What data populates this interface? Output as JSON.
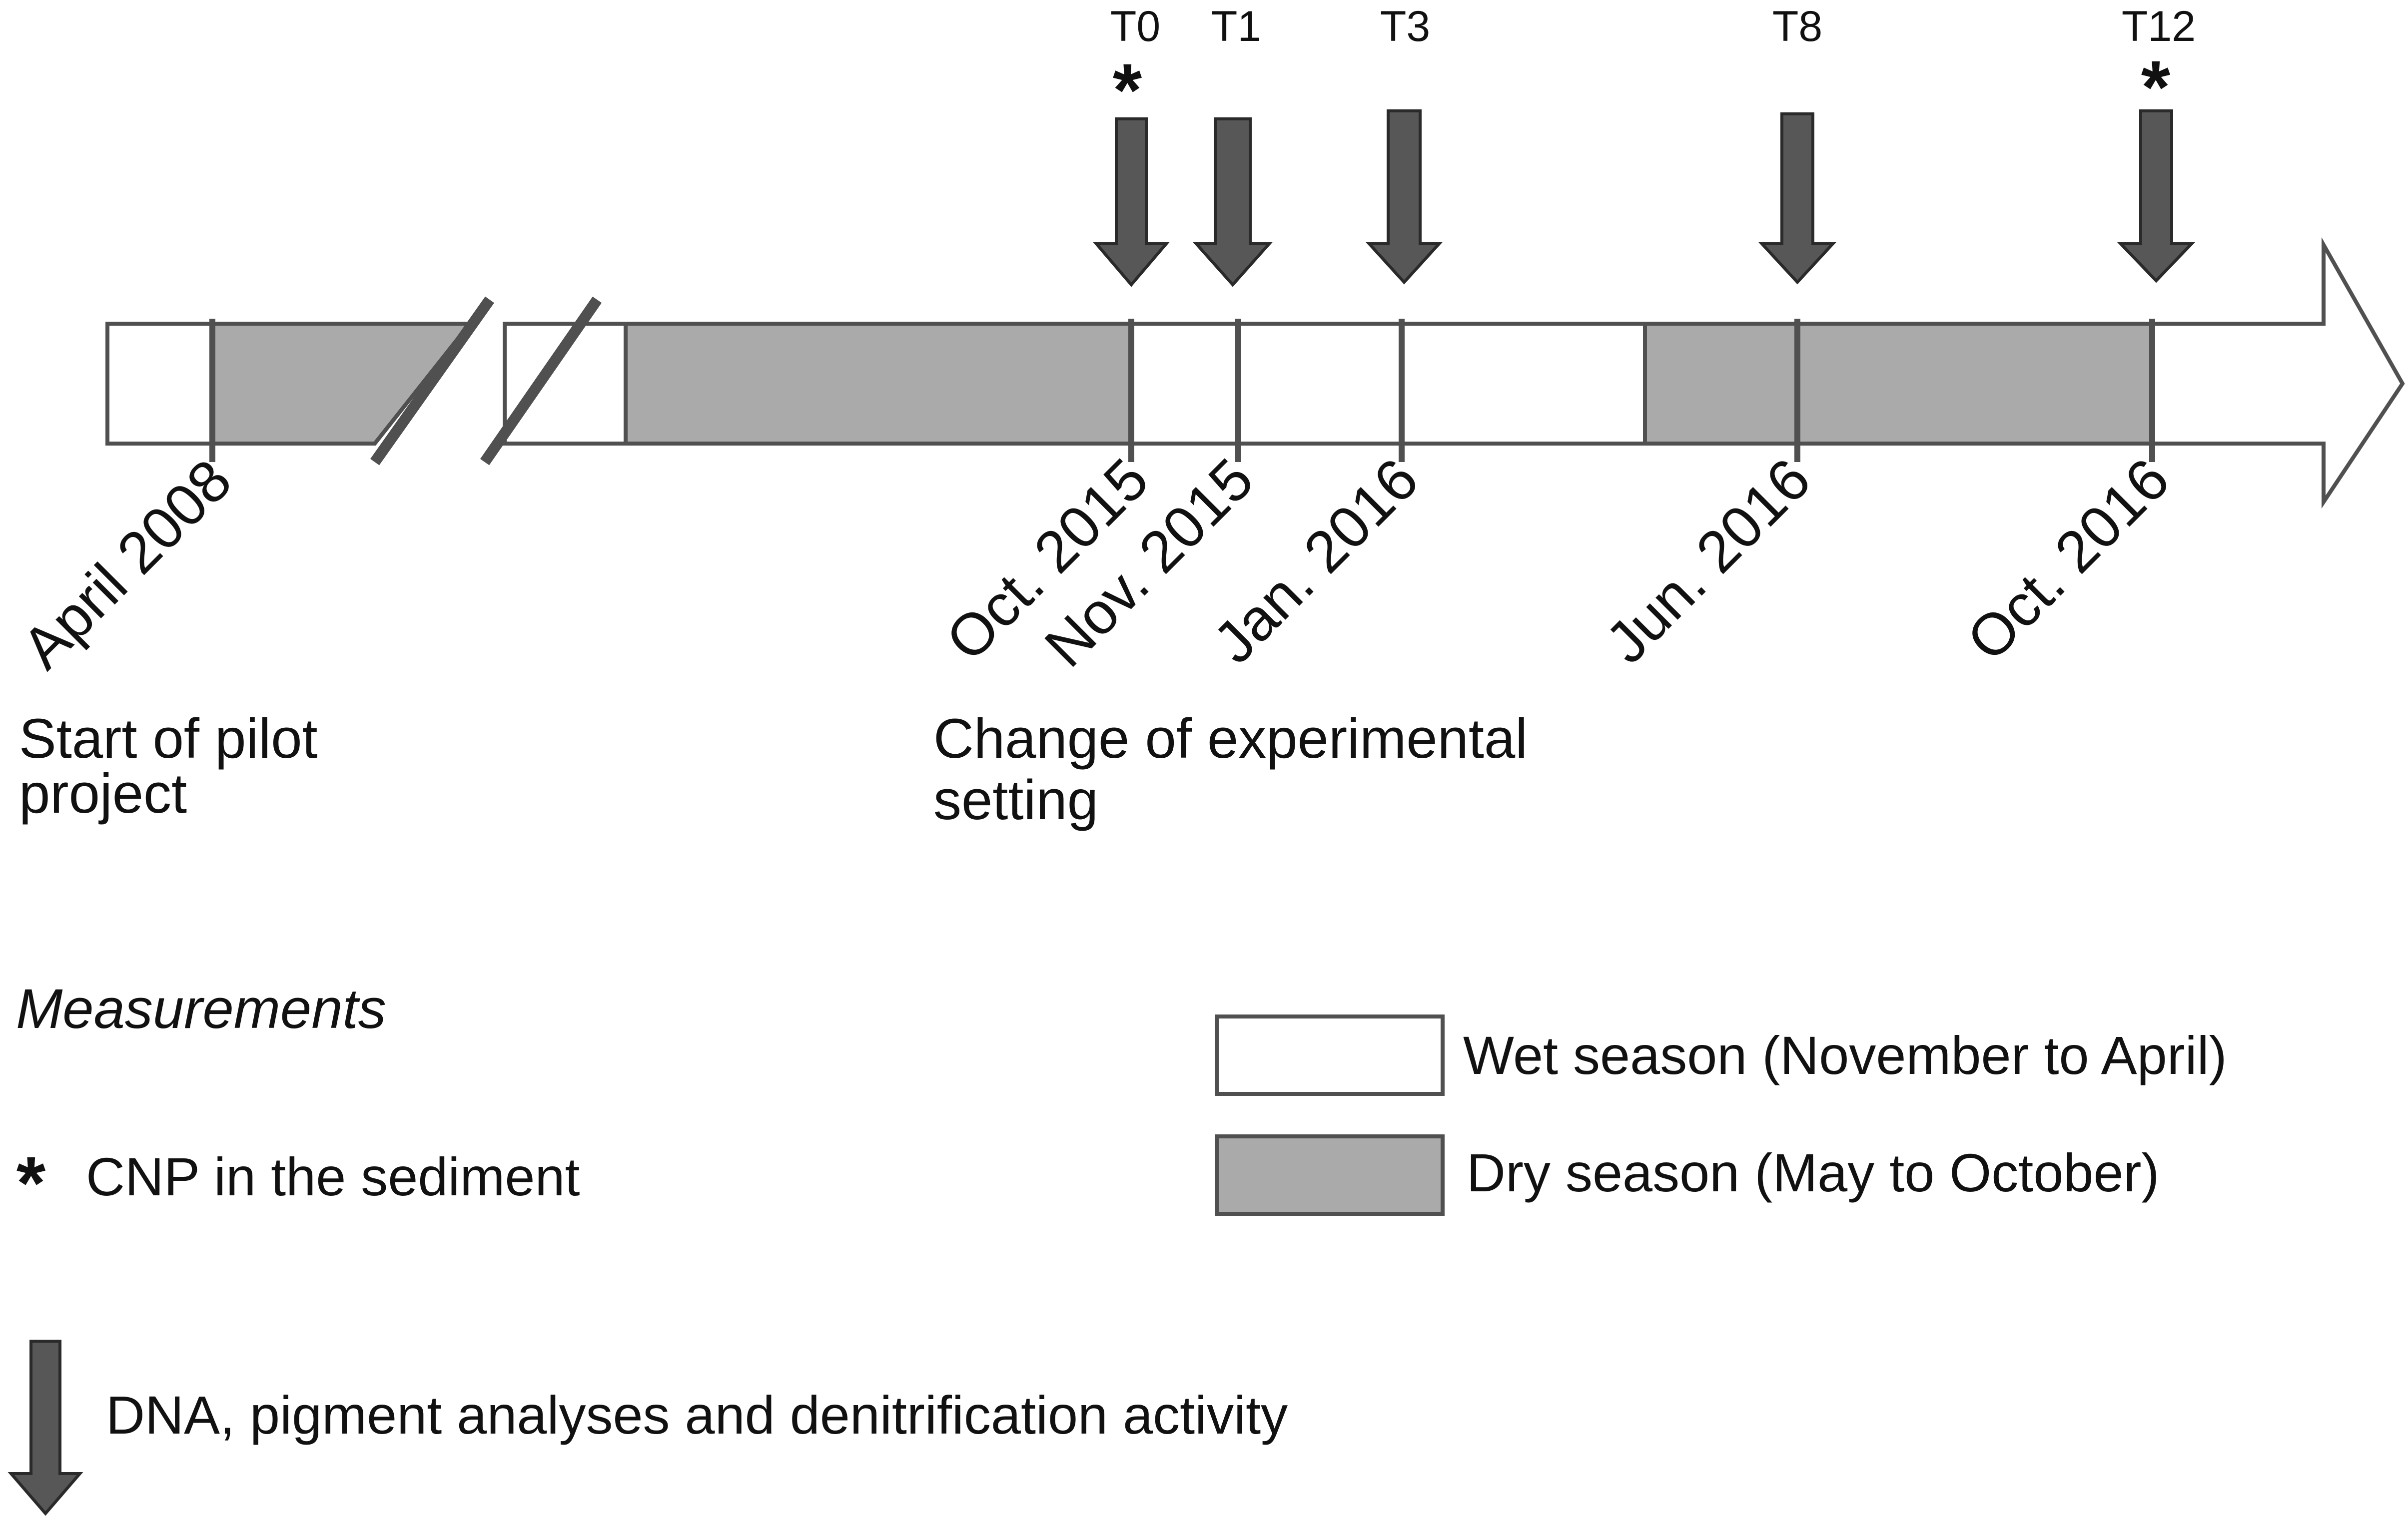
{
  "colors": {
    "wet_fill": "#ffffff",
    "dry_fill": "#aaaaaa",
    "outline": "#505050",
    "arrow_fill": "#575757",
    "text": "#111111"
  },
  "timepoints": [
    {
      "label": "T0",
      "date": "Oct. 2015",
      "cnp": true
    },
    {
      "label": "T1",
      "date": "Nov. 2015",
      "cnp": false
    },
    {
      "label": "T3",
      "date": "Jan. 2016",
      "cnp": false
    },
    {
      "label": "T8",
      "date": "Jun. 2016",
      "cnp": false
    },
    {
      "label": "T12",
      "date": "Oct. 2016",
      "cnp": true
    }
  ],
  "start_date": "April 2008",
  "start_note": [
    "Start of pilot",
    "project"
  ],
  "change_note": [
    "Change of experimental",
    "setting"
  ],
  "measurements": {
    "title": "Measurements",
    "star_symbol": "*",
    "star_label": "CNP in the sediment",
    "arrow_label": "DNA, pigment analyses and denitrification activity"
  },
  "legend": {
    "wet_label": "Wet season (November to April)",
    "dry_label": "Dry season (May to October)"
  }
}
